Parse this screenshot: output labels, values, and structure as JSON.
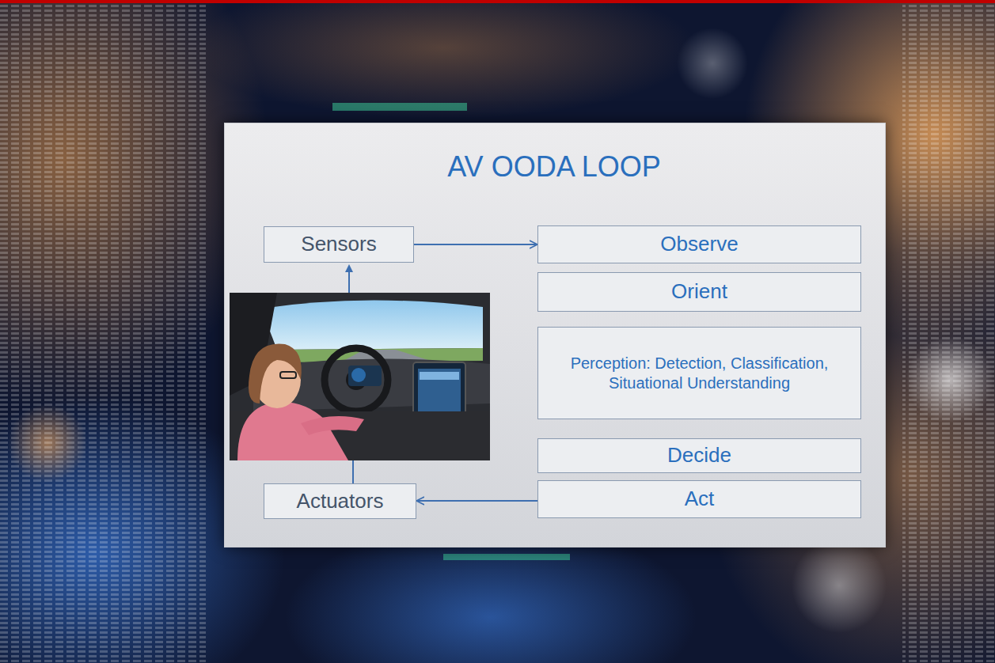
{
  "diagram": {
    "title": "AV OODA LOOP",
    "nodes": [
      {
        "text": [
          "Sensors"
        ]
      },
      {
        "text": [
          "Observe"
        ]
      },
      {
        "text": [
          "Orient"
        ]
      },
      {
        "text": [
          "Perception: Detection, Classification, Situational Understanding"
        ]
      },
      {
        "text": [
          "Decide"
        ]
      },
      {
        "text": [
          "Act"
        ]
      },
      {
        "text": [
          "Actuators"
        ]
      }
    ],
    "edges": [
      {
        "from": 0,
        "to": 1,
        "arrow": "to"
      },
      {
        "from": 5,
        "to": 6,
        "arrow": "to"
      }
    ]
  }
}
